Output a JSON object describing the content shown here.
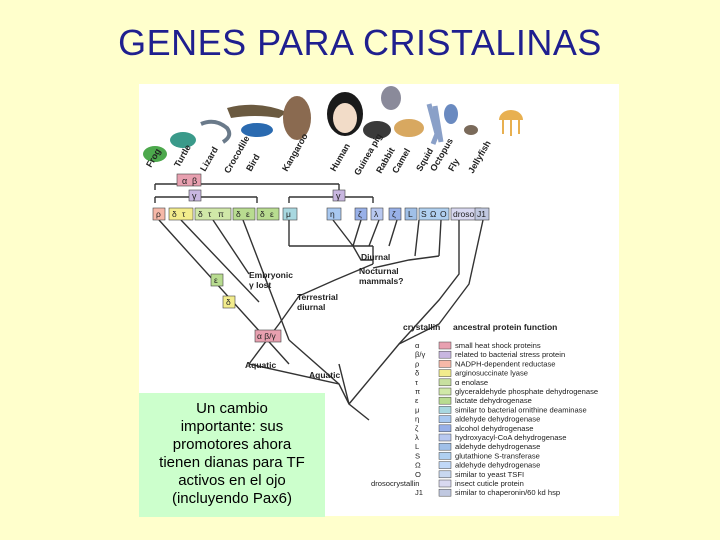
{
  "slide": {
    "title": "GENES PARA CRISTALINAS",
    "note_lines": [
      "Un cambio",
      "importante: sus",
      "promotores ahora",
      "tienen dianas para TF",
      "activos en el ojo",
      "(incluyendo Pax6)"
    ]
  },
  "tree": {
    "species": [
      "Frog",
      "Turtle",
      "Lizard",
      "Crocodile",
      "Bird",
      "Kangaroo",
      "Human",
      "Guinea pig",
      "Rabbit",
      "Camel",
      "Squid",
      "Octopus",
      "Fly",
      "Jellyfish"
    ],
    "crystallin_boxes": [
      "ρ",
      "δ",
      "τ",
      "δ",
      "τ",
      "π",
      "δ",
      "ε",
      "δ",
      "ε",
      "μ",
      "η",
      "ζ",
      "λ",
      "ζ",
      "L",
      "S",
      "Ω",
      "O",
      "droso",
      "J1"
    ],
    "top_boxes": [
      "α",
      "β"
    ],
    "gamma_left": "γ",
    "gamma_right": "γ",
    "events": {
      "embryonic_gamma_lost": [
        "Embryonic",
        "γ lost"
      ],
      "nocturnal": [
        "Nocturnal",
        "mammals?"
      ],
      "diurnal": "Diurnal",
      "terrestrial": [
        "Terrestrial",
        "diurnal"
      ],
      "aquatic_1": "Aquatic",
      "aquatic_2": "Aquatic",
      "epsilon": "ε",
      "delta": "δ",
      "alpha_beta_gamma": "α β/γ"
    }
  },
  "legend": {
    "header_left": "crystallin",
    "header_right": "ancestral protein function",
    "rows": [
      {
        "symbol": "α",
        "text": "small heat shock proteins",
        "color": "#E8A0B0"
      },
      {
        "symbol": "β/γ",
        "text": "related to bacterial stress protein",
        "color": "#C8B6E0"
      },
      {
        "symbol": "ρ",
        "text": "NADPH-dependent reductase",
        "color": "#F6B8A8"
      },
      {
        "symbol": "δ",
        "text": "arginosuccinate lyase",
        "color": "#F2EC8C"
      },
      {
        "symbol": "τ",
        "text": "α enolase",
        "color": "#C8E0A0"
      },
      {
        "symbol": "π",
        "text": "glyceraldehyde phosphate dehydrogenase",
        "color": "#D0E8A8"
      },
      {
        "symbol": "ε",
        "text": "lactate dehydrogenase",
        "color": "#B8DC90"
      },
      {
        "symbol": "μ",
        "text": "similar to bacterial ornithine deaminase",
        "color": "#A8D8E0"
      },
      {
        "symbol": "η",
        "text": "aldehyde dehydrogenase",
        "color": "#A8C8F0"
      },
      {
        "symbol": "ζ",
        "text": "alcohol dehydrogenase",
        "color": "#98B0E8"
      },
      {
        "symbol": "λ",
        "text": "hydroxyacyl-CoA dehydrogenase",
        "color": "#B8C8F0"
      },
      {
        "symbol": "L",
        "text": "aldehyde dehydrogenase",
        "color": "#A0C0E8"
      },
      {
        "symbol": "S",
        "text": "glutathione S-transferase",
        "color": "#B0D0F0"
      },
      {
        "symbol": "Ω",
        "text": "aldehyde dehydrogenase",
        "color": "#C0D8F8"
      },
      {
        "symbol": "O",
        "text": "similar to yeast TSFI",
        "color": "#C8D8F0"
      },
      {
        "symbol": "drosocrystallin",
        "text": "insect cuticle protein",
        "color": "#D8D8F0"
      },
      {
        "symbol": "J1",
        "text": "similar to chaperonin/60 kd hsp",
        "color": "#C0C8E0"
      }
    ]
  }
}
